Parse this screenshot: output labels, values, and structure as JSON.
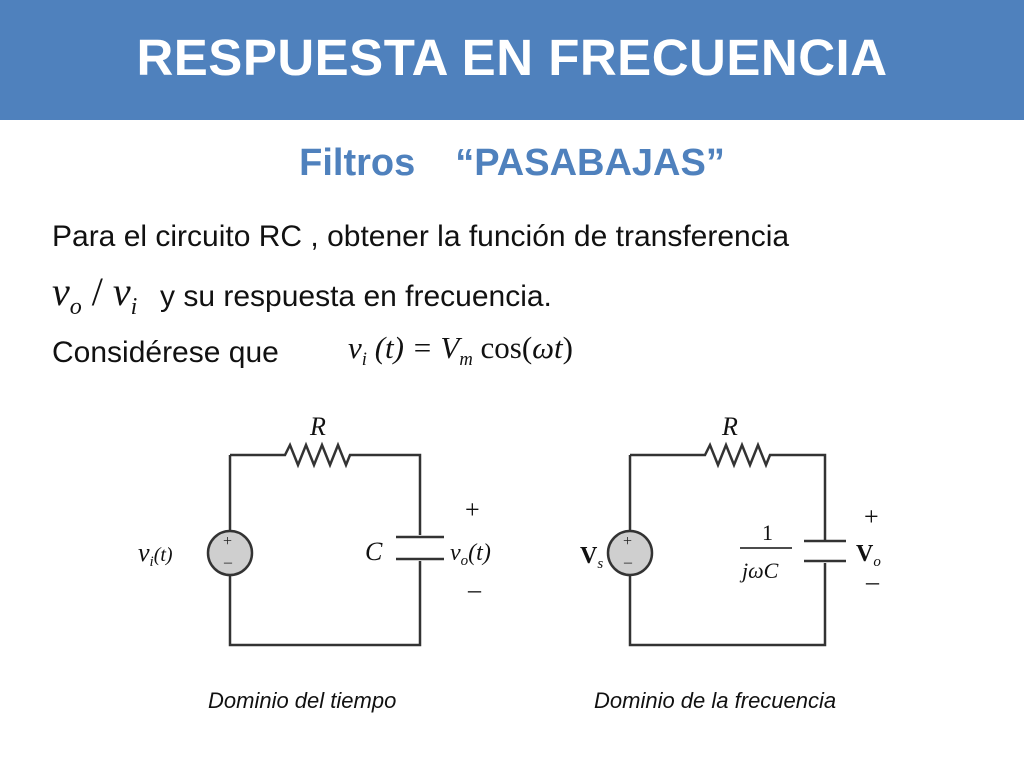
{
  "slide": {
    "title": "RESPUESTA EN FRECUENCIA",
    "subtitle_left": "Filtros",
    "subtitle_right": "“PASABAJAS”",
    "line1": "Para el circuito RC , obtener la función de transferencia",
    "line2": "y su respuesta en frecuencia.",
    "line3": "Considérese que",
    "caption_time": "Dominio del tiempo",
    "caption_freq": "Dominio de la frecuencia"
  },
  "math": {
    "ratio_v": "v",
    "ratio_o": "o",
    "ratio_slash": " / ",
    "ratio_i": "i",
    "eq_lhs": "v",
    "eq_lhs_sub": "i",
    "eq_arg": " (t) = ",
    "eq_V": "V",
    "eq_V_sub": "m",
    "eq_cos": " cos(",
    "eq_omega": "ωt",
    "eq_close": ")"
  },
  "circuit_time": {
    "resistor_label": "R",
    "capacitor_label": "C",
    "source_label_v": "v",
    "source_label_sub": "i",
    "source_label_t": "(t)",
    "output_v": "v",
    "output_sub": "o",
    "output_t": "(t)",
    "plus": "+",
    "minus": "–"
  },
  "circuit_freq": {
    "resistor_label": "R",
    "source_label": "V",
    "source_sub": "s",
    "impedance_num": "1",
    "impedance_den": "jωC",
    "output_label": "V",
    "output_sub": "o",
    "plus": "+",
    "minus": "–"
  },
  "colors": {
    "title_bar": "#4f81bd",
    "subtitle": "#4f81bd",
    "text": "#111111"
  }
}
